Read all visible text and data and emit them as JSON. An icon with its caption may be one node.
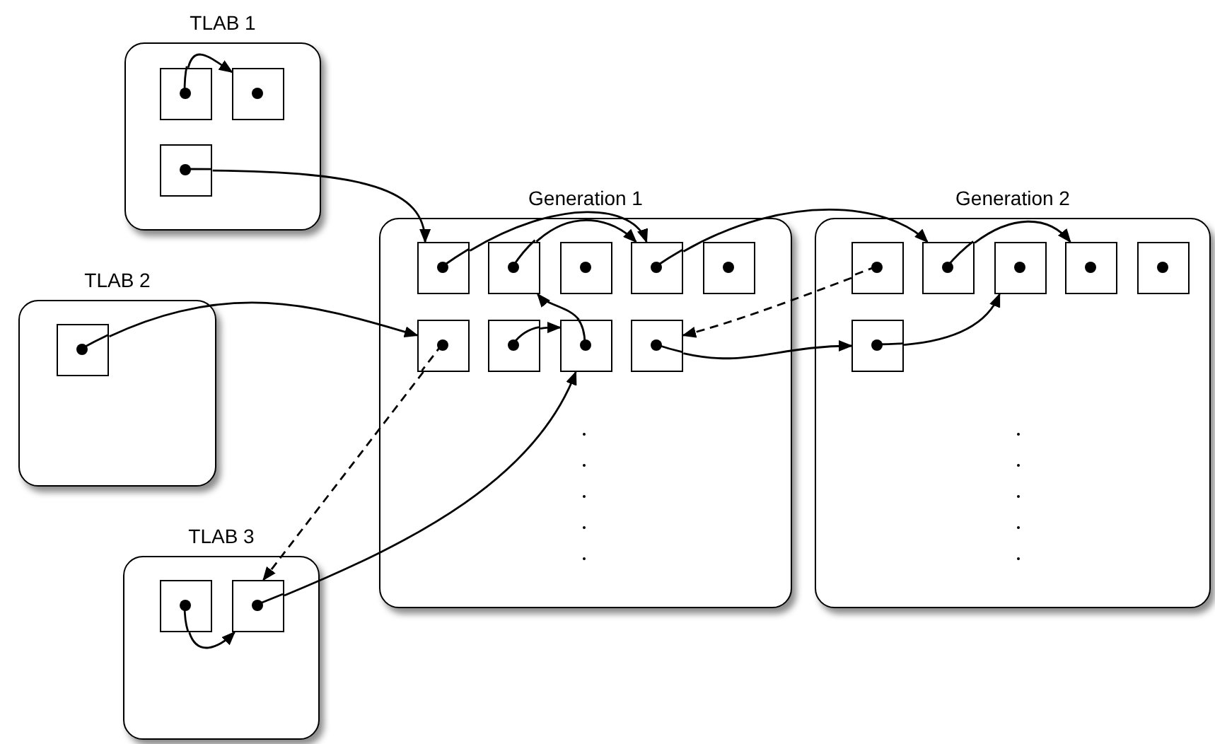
{
  "diagram": {
    "nodes": [
      {
        "text": [
          "TLAB 1"
        ]
      },
      {
        "text": [],
        "shape": "box",
        "in": 0
      },
      {
        "text": [],
        "shape": "box",
        "in": 0
      },
      {
        "text": [],
        "shape": "box",
        "in": 0
      },
      {
        "text": [
          "TLAB 2"
        ]
      },
      {
        "text": [],
        "shape": "box",
        "in": 4
      },
      {
        "text": [
          "Generation 1"
        ]
      },
      {
        "text": [],
        "shape": "box",
        "in": 6
      },
      {
        "text": [],
        "shape": "box",
        "in": 6
      },
      {
        "text": [],
        "shape": "box",
        "in": 6
      },
      {
        "text": [],
        "shape": "box",
        "in": 6
      },
      {
        "text": [],
        "shape": "box",
        "in": 6
      },
      {
        "text": [],
        "shape": "box",
        "in": 6
      },
      {
        "text": [],
        "shape": "box",
        "in": 6
      },
      {
        "text": [],
        "shape": "box",
        "in": 6
      },
      {
        "text": [],
        "shape": "box",
        "in": 6
      },
      {
        "text": [
          "Generation 2"
        ]
      },
      {
        "text": [],
        "shape": "box",
        "in": 16
      },
      {
        "text": [],
        "shape": "box",
        "in": 16
      },
      {
        "text": [],
        "shape": "box",
        "in": 16
      },
      {
        "text": [],
        "shape": "box",
        "in": 16
      },
      {
        "text": [],
        "shape": "box",
        "in": 16
      },
      {
        "text": [],
        "shape": "box",
        "in": 16
      },
      {
        "text": [
          "TLAB 3"
        ]
      },
      {
        "text": [],
        "shape": "box",
        "in": 23
      },
      {
        "text": [],
        "shape": "box",
        "in": 23
      }
    ],
    "edges": [
      {
        "from": 1,
        "to": 2,
        "arrow": "to"
      },
      {
        "from": 3,
        "to": 7,
        "arrow": "to"
      },
      {
        "from": 5,
        "to": 12,
        "arrow": "to"
      },
      {
        "from": 7,
        "to": 10,
        "arrow": "to"
      },
      {
        "from": 8,
        "to": 10,
        "arrow": "to"
      },
      {
        "from": 10,
        "to": 18,
        "arrow": "to"
      },
      {
        "from": 18,
        "to": 20,
        "arrow": "to"
      },
      {
        "from": 13,
        "to": 14,
        "arrow": "to"
      },
      {
        "from": 14,
        "to": 8,
        "arrow": "to"
      },
      {
        "from": 17,
        "to": 15,
        "arrow": "to",
        "style": "dashed"
      },
      {
        "from": 15,
        "to": 22,
        "arrow": "to"
      },
      {
        "from": 22,
        "to": 19,
        "arrow": "to"
      },
      {
        "from": 12,
        "to": 25,
        "arrow": "to",
        "style": "dashed"
      },
      {
        "from": 25,
        "to": 14,
        "arrow": "to"
      },
      {
        "from": 24,
        "to": 25,
        "arrow": "to"
      }
    ]
  }
}
